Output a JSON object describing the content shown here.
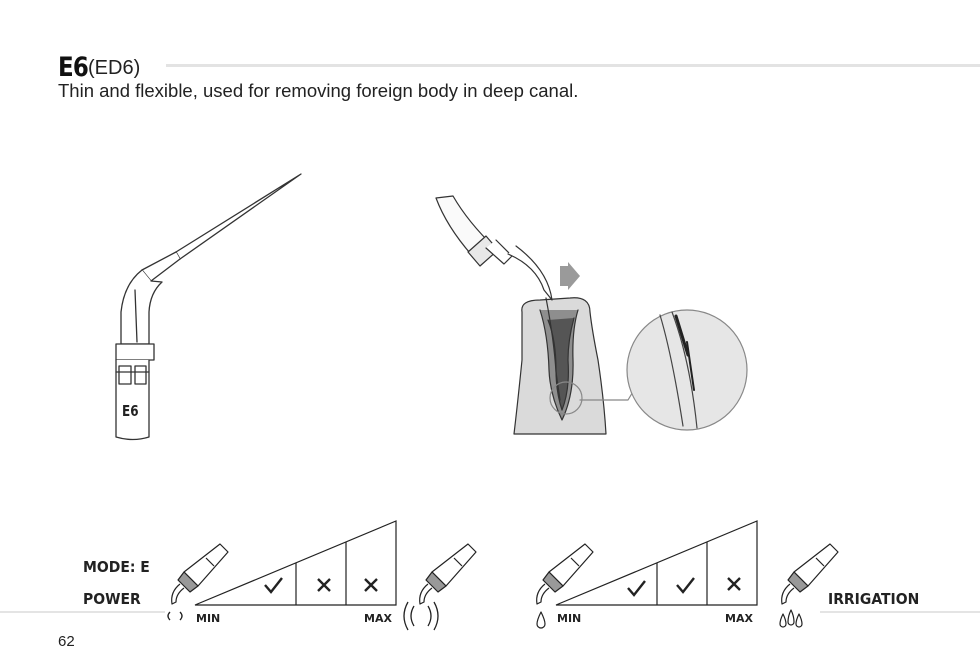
{
  "header": {
    "tip_code": "E6",
    "tip_alt_code": "(ED6)",
    "description": "Thin and flexible, used for removing foreign body in deep canal."
  },
  "tip_illustration": {
    "engraving": "E6"
  },
  "settings": {
    "mode_label": "MODE: E",
    "power_label": "POWER",
    "irrigation_label": "IRRIGATION",
    "power_scale": {
      "min_label": "MIN",
      "max_label": "MAX",
      "levels": [
        "check",
        "cross",
        "cross"
      ]
    },
    "irrigation_scale": {
      "min_label": "MIN",
      "max_label": "MAX",
      "levels": [
        "check",
        "check",
        "cross"
      ]
    }
  },
  "footer": {
    "page_number": "62"
  },
  "colors": {
    "rule": "#e3e3e3",
    "text": "#222222",
    "tooth_fill": "#dcdcdc",
    "arrow": "#9a9a9a"
  }
}
